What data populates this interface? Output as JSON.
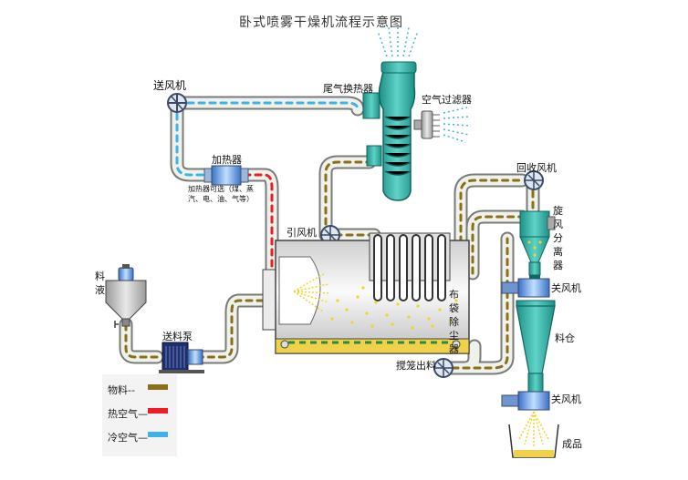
{
  "title": "卧式喷雾干燥机流程示意图",
  "labels": {
    "blower": "送风机",
    "tail_heat_exchanger": "尾气换热器",
    "air_filter": "空气过滤器",
    "heater": "加热器",
    "heater_note": "加热器可选（煤、蒸汽、电、油、气等）",
    "induced_fan": "引风机",
    "recovery_fan": "回收风机",
    "cyclone": "旋风分离器",
    "bag_filter": "布袋除尘器",
    "air_lock_1": "关风机",
    "silo": "料仓",
    "air_lock_2": "关风机",
    "product": "成品",
    "feed_liquid": "料液",
    "feed_pump": "送料泵",
    "agitator_discharge": "搅笼出料"
  },
  "legend": [
    {
      "label": "物料--",
      "color": "#8b6f1a"
    },
    {
      "label": "热空气—",
      "color": "#ee1c24"
    },
    {
      "label": "冷空气—",
      "color": "#3fb3e8"
    }
  ],
  "colors": {
    "equipment_teal": "#2aa39a",
    "pipe_fill": "#e9efe6",
    "cold_air": "#3fb3e8",
    "hot_air": "#ee1c24",
    "material": "#8b6f1a",
    "powder": "#f2d430"
  }
}
